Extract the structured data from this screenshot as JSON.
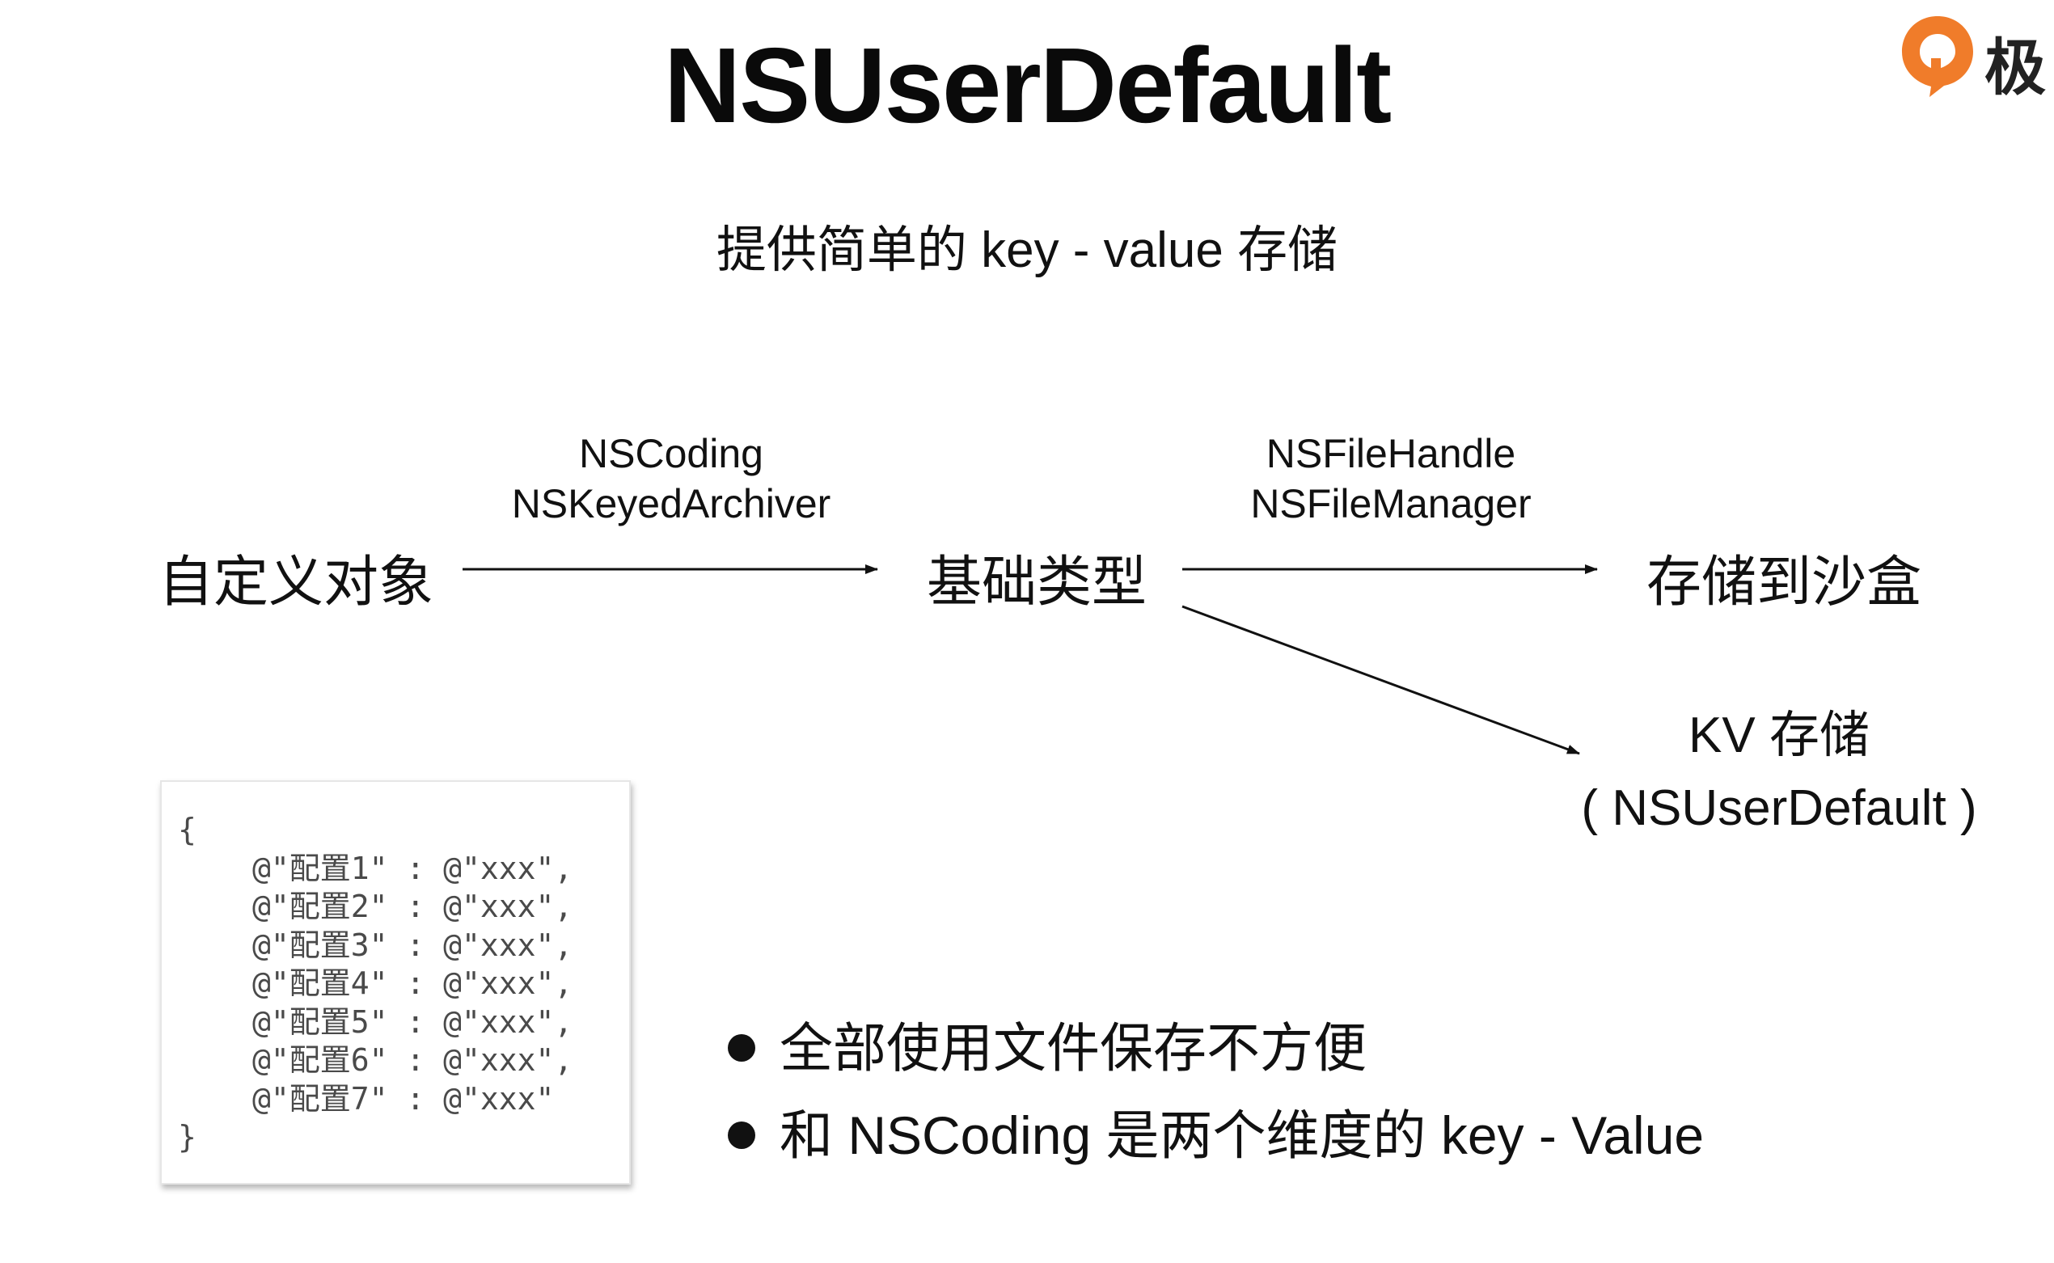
{
  "slide": {
    "title": "NSUserDefault",
    "subtitle": "提供简单的 key - value 存储"
  },
  "diagram": {
    "nodes": {
      "custom_object": "自定义对象",
      "basic_type": "基础类型",
      "sandbox": "存储到沙盒",
      "kv_line1": "KV  存储",
      "kv_line2": "( NSUserDefault )"
    },
    "edges": {
      "encode": [
        "NSCoding",
        "NSKeyedArchiver"
      ],
      "file": [
        "NSFileHandle",
        "NSFileManager"
      ]
    }
  },
  "code_sample": {
    "open": "{",
    "lines": [
      "@\"配置1\" : @\"xxx\",",
      "@\"配置2\" : @\"xxx\",",
      "@\"配置3\" : @\"xxx\",",
      "@\"配置4\" : @\"xxx\",",
      "@\"配置5\" : @\"xxx\",",
      "@\"配置6\" : @\"xxx\",",
      "@\"配置7\" : @\"xxx\""
    ],
    "close": "}"
  },
  "bullets": [
    "全部使用文件保存不方便",
    "和 NSCoding 是两个维度的 key - Value"
  ],
  "logo": {
    "text": "极",
    "color": "#f07c2a"
  }
}
